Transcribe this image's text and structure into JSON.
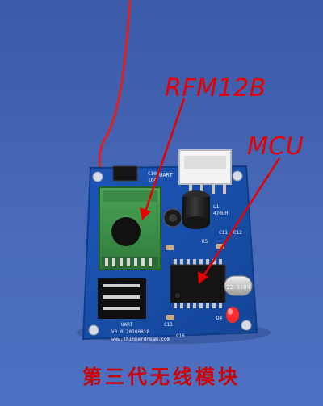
{
  "photo": {
    "labels": {
      "radio_module": "RFM12B",
      "mcu": "MCU"
    },
    "caption": "第三代无线模块",
    "silkscreen": {
      "uart_top": "UART",
      "cap_c10": "C10",
      "cap_104": "104",
      "inductor_l1": "L1",
      "inductor_value": "470uH",
      "resistor_r5": "R5",
      "cap_c11": "C11",
      "cap_c12": "C12",
      "crystal": "22.1184",
      "cap_c13": "C13",
      "cap_c16": "C16",
      "led_d4": "D4",
      "uart_bottom": "UART",
      "version": "V3.0 20100818",
      "website": "www.thinkerdream.com"
    },
    "colors": {
      "background": "#3d5fb0",
      "pcb": "#1a4fae",
      "module": "#3c8f48",
      "label_red": "#e80000"
    }
  }
}
